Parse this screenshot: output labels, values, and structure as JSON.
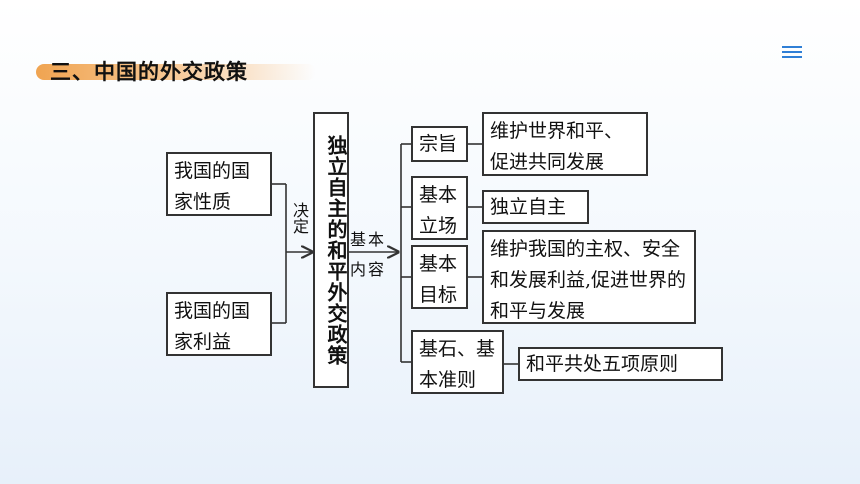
{
  "header": {
    "title": "三、中国的外交政策"
  },
  "menu": {
    "icon": "menu-icon"
  },
  "diagram": {
    "center": "独立自主的和平外交政策",
    "inputs": [
      "我国的国家性质",
      "我国的国家利益"
    ],
    "input_label": "决定",
    "output_label_top": "基本",
    "output_label_bottom": "内容",
    "categories": [
      {
        "name": "宗旨",
        "detail": "维护世界和平、促进共同发展"
      },
      {
        "name": "基本立场",
        "detail": "独立自主"
      },
      {
        "name": "基本目标",
        "detail": "维护我国的主权、安全和发展利益,促进世界的和平与发展"
      },
      {
        "name": "基石、基本准则",
        "detail": "和平共处五项原则"
      }
    ]
  },
  "colors": {
    "accent": "#f0a451",
    "icon": "#2f7fd6"
  }
}
